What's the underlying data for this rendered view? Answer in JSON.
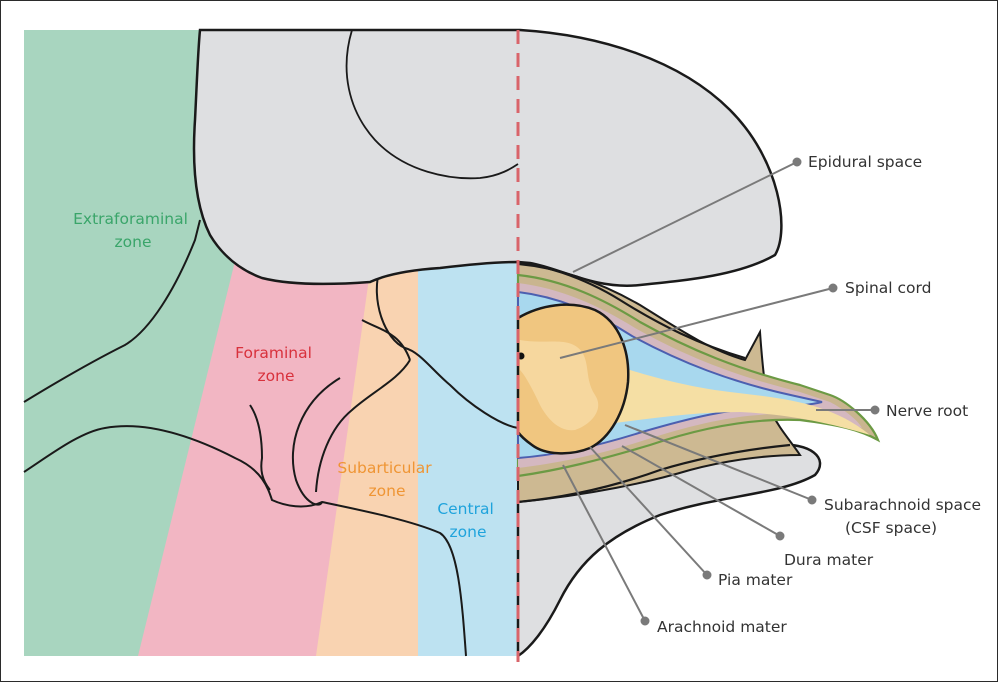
{
  "zones": {
    "extraforaminal": [
      "Extraforaminal",
      "zone"
    ],
    "foraminal": [
      "Foraminal",
      "zone"
    ],
    "subarticular": [
      "Subarticular",
      "zone"
    ],
    "central": [
      "Central",
      "zone"
    ]
  },
  "labels": {
    "epidural_space": "Epidural space",
    "spinal_cord": "Spinal cord",
    "nerve_root": "Nerve root",
    "subarachnoid_space": [
      "Subarachnoid space",
      "(CSF space)"
    ],
    "dura_mater": "Dura mater",
    "pia_mater": "Pia mater",
    "arachnoid_mater": "Arachnoid mater"
  },
  "colors": {
    "extraforaminal": "#a8d5bf",
    "foraminal": "#f2b6c3",
    "subarticular": "#f9d3b1",
    "central": "#bde2f1",
    "bone": "#dedfe1",
    "dura": "#c9b58f",
    "cord": "#f0c680",
    "midline": "#d9646a",
    "pointer": "#7a7a7a"
  }
}
